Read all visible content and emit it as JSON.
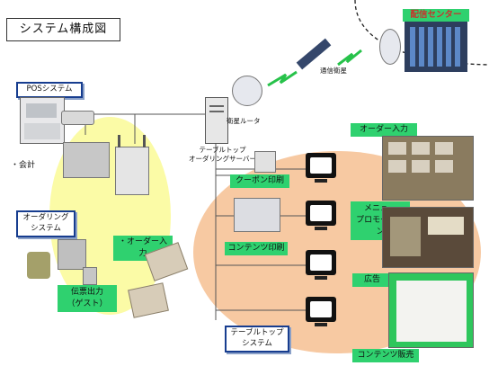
{
  "title": "システム構成図",
  "labels": {
    "pos_system": "POSシステム",
    "accounting": "・会計",
    "ordering_system_1": "オーダリング",
    "ordering_system_2": "システム",
    "order_input_left": "・オーダー入力",
    "slip_output_1": "伝票出力",
    "slip_output_2": "（ゲスト）",
    "server_1": "テーブルトップ",
    "server_2": "オーダリングサーバー",
    "satellite_router": "衛星ルータ",
    "comm_satellite": "通信衛星",
    "delivery_center": "配信センター",
    "coupon_print": "クーポン印刷",
    "content_print": "コンテンツ印刷",
    "tabletop_system_1": "テーブルトップ",
    "tabletop_system_2": "システム",
    "order_input_right": "オーダー入力",
    "menu_promo_1": "メニュー",
    "menu_promo_2": "プロモーション",
    "ad": "広告",
    "content_sales": "コンテンツ販売"
  },
  "colors": {
    "blue_border": "#173d8f",
    "green": "#2fd16f",
    "yellow_zone": "#fbfba6",
    "orange_zone": "#f7c9a2",
    "signal_green": "#27c24a",
    "center_label": "#c8322c"
  }
}
